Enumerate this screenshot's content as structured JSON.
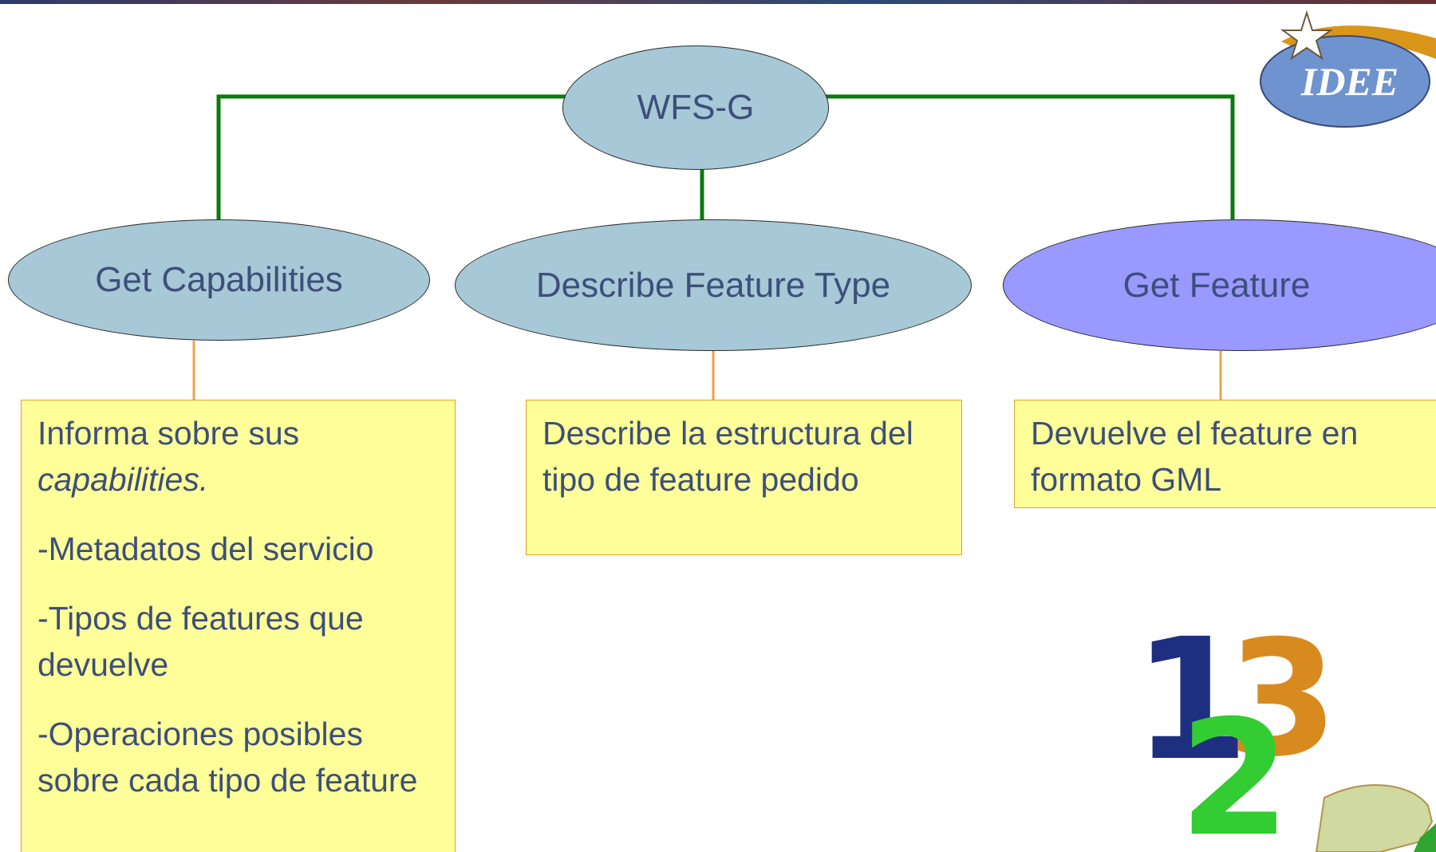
{
  "diagram": {
    "root": {
      "label": "WFS-G"
    },
    "operations": [
      {
        "label": "Get Capabilities",
        "description_lines": [
          {
            "text": "Informa sobre sus",
            "italic_suffix": "capabilities."
          },
          {
            "text": "-Metadatos del servicio"
          },
          {
            "text": "-Tipos de features que devuelve"
          },
          {
            "text": "-Operaciones posibles sobre cada tipo de feature"
          }
        ]
      },
      {
        "label": "Describe Feature Type",
        "description": "Describe la estructura del tipo de feature pedido"
      },
      {
        "label": "Get Feature",
        "description": "Devuelve el feature en formato GML"
      }
    ]
  },
  "logo": {
    "text": "IDEE",
    "icon": "star-icon"
  },
  "decoration": {
    "digits": [
      "1",
      "2",
      "3"
    ],
    "colors": {
      "one": "#1f2f80",
      "two": "#33cc33",
      "three": "#d98a1f"
    }
  },
  "colors": {
    "connector_main": "#0d7a0d",
    "connector_leaf": "#f0a04b",
    "node_fill": "#a7c8d6",
    "node_fill_active": "#9999ff",
    "box_fill": "#ffff99",
    "box_border": "#e0a12e",
    "text": "#3d4f7a"
  }
}
